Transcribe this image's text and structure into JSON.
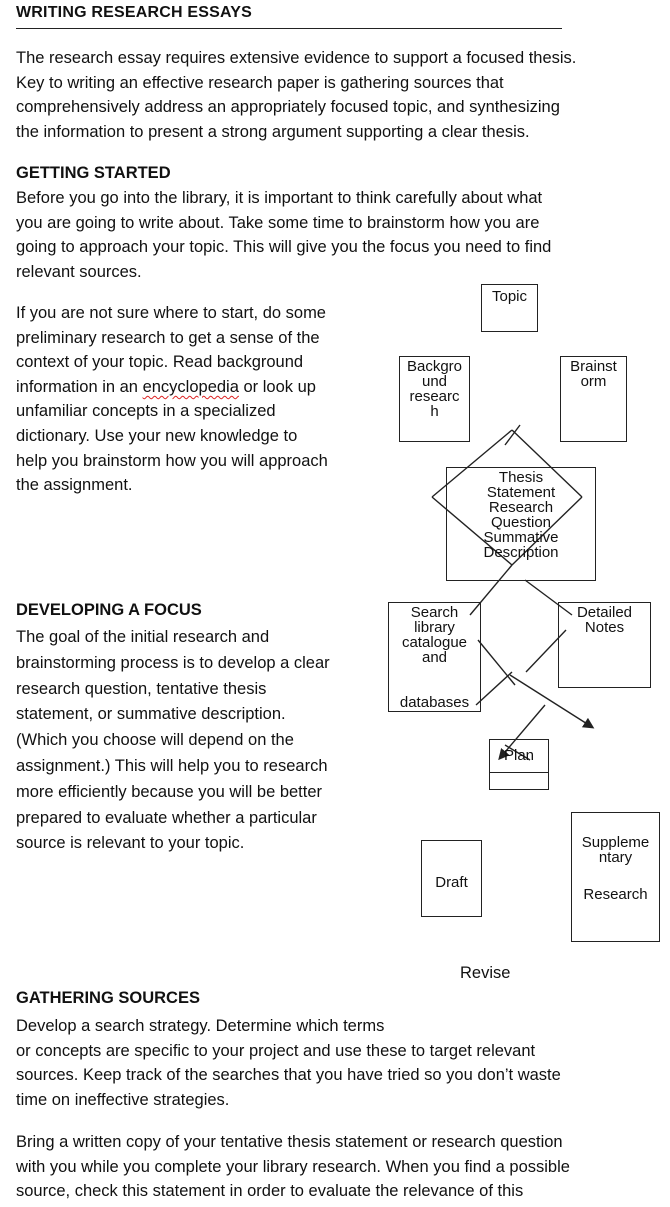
{
  "header": {
    "title": "WRITING RESEARCH ESSAYS"
  },
  "intro": {
    "lines": [
      "The research essay requires extensive evidence to support a focused thesis.",
      "Key to writing an effective research paper is gathering sources that",
      "comprehensively address an appropriately focused topic, and synthesizing",
      "the information to present a strong argument supporting a clear thesis."
    ]
  },
  "getting_started": {
    "heading": "GETTING STARTED",
    "lines": [
      "Before you go into the library, it is important to think carefully about what",
      "you are going to write about. Take some time to brainstorm how you are",
      "going to approach your topic. This will give you the focus you need to find",
      "relevant sources."
    ],
    "context_lines": [
      "If you are not sure where to start, do some",
      "preliminary research to get a sense of the",
      "context of your topic. Read background",
      "information in an ",
      "encyclopedia",
      " or look up",
      "unfamiliar concepts in a specialized",
      "dictionary. Use your new knowledge to",
      "help you brainstorm how you will approach",
      "the assignment."
    ]
  },
  "developing_focus": {
    "heading": "DEVELOPING A FOCUS",
    "lines": [
      "The goal of the initial research and",
      "brainstorming process is to develop a clear",
      "research question, tentative thesis",
      "statement, or summative description.",
      "(Which you choose will depend on the",
      "assignment.) This will help you to research",
      "more efficiently because you will be better",
      "prepared to evaluate whether a particular",
      "source is relevant to your topic."
    ]
  },
  "diagram": {
    "topic": "Topic",
    "background": [
      "Backgro",
      "und",
      "researc",
      "h"
    ],
    "brainstorm": [
      "Brainst",
      "orm"
    ],
    "thesis": [
      "Thesis",
      "Statement",
      "Research",
      "Question",
      "Summative",
      "Description"
    ],
    "search": [
      "Search",
      "library",
      "catalogue",
      "and",
      "",
      "databases"
    ],
    "notes": [
      "Detailed",
      "Notes"
    ],
    "plan": "Plan",
    "draft": "Draft",
    "supplementary": [
      "Suppleme",
      "ntary",
      "",
      "Research"
    ],
    "revise": "Revise"
  },
  "gathering_sources": {
    "heading": "GATHERING SOURCES",
    "lines": [
      "Develop a search strategy.  Determine which terms",
      "or concepts are specific to your project and use these to target relevant",
      "sources. Keep track of the searches that you have tried so you don’t waste",
      "time on ineffective strategies."
    ],
    "bring_lines": [
      "Bring a written copy of your tentative thesis statement or research question",
      "with you while you complete your library research. When you find a possible",
      "source, check this statement in order to evaluate the relevance of this"
    ]
  }
}
